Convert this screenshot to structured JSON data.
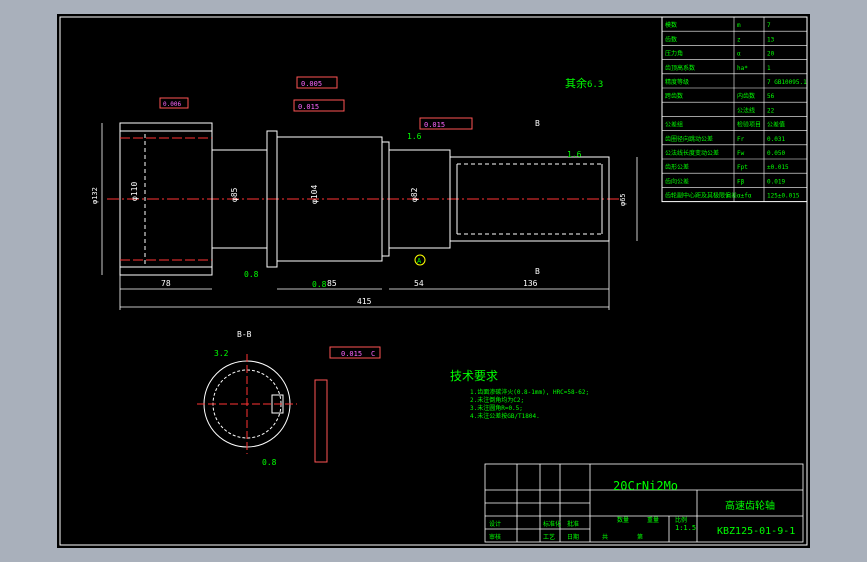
{
  "params": [
    [
      "模数",
      "m",
      "7"
    ],
    [
      "齿数",
      "z",
      "13"
    ],
    [
      "压力角",
      "α",
      "20"
    ],
    [
      "齿顶高系数",
      "ha*",
      "1"
    ],
    [
      "精度等级",
      "",
      "7 GB10095.1"
    ],
    [
      "跨齿数",
      "内齿数",
      "56"
    ],
    [
      "",
      "公法线",
      "22"
    ],
    [
      "公差组",
      "检验项目",
      "公差值"
    ],
    [
      "齿圈径向跳动公差",
      "Fr",
      "0.031"
    ],
    [
      "公法线长度变动公差",
      "Fw",
      "0.050"
    ],
    [
      "齿形公差",
      "Fpt",
      "±0.015"
    ],
    [
      "齿向公差",
      "Fβ",
      "0.019"
    ],
    [
      "齿轮副中心距及其极限偏差",
      "α±fα",
      "125±0.015"
    ]
  ],
  "annotations": {
    "qiyu": "其余",
    "rough_main": "6.3",
    "rough_a": "1.6",
    "rough_b": "1.6",
    "rough_c": "0.8",
    "rough_d": "0.8",
    "rough_e": "3.2",
    "rough_f": "0.8",
    "runout_1": "0.005",
    "runout_2": "0.015",
    "runout_3": "0.015",
    "runout_4": "0.006",
    "datum_a": "A",
    "datum_b": "B",
    "section_label": "B-B",
    "flat_label": "0.015",
    "datum_c": "C"
  },
  "dims": {
    "d110": "φ110",
    "d85": "φ85",
    "d104": "φ104",
    "d82": "φ82",
    "d65": "φ65",
    "d78": "78",
    "d85b": "85",
    "d54": "54",
    "d136": "136",
    "d415": "415",
    "d_total_right": "φ132"
  },
  "notes": {
    "title": "技术要求",
    "lines": [
      "1.齿面渗碳淬火(0.8-1mm), HRC=58-62;",
      "2.未注倒角均为C2;",
      "3.未注圆角R=0.5;",
      "4.未注公差按GB/T1804."
    ]
  },
  "titleblock": {
    "material": "20CrNi2Mo",
    "name": "高速齿轮轴",
    "code": "KBZ125-01-9-1",
    "scale": "1:1.5",
    "ratio_label": "比例",
    "weight_label": "重量",
    "count_label": "数量",
    "design": "设计",
    "check": "审核",
    "process": "工艺",
    "date": "日期",
    "standard": "标准化",
    "approve": "批准",
    "sheet": "共",
    "of": "第"
  }
}
